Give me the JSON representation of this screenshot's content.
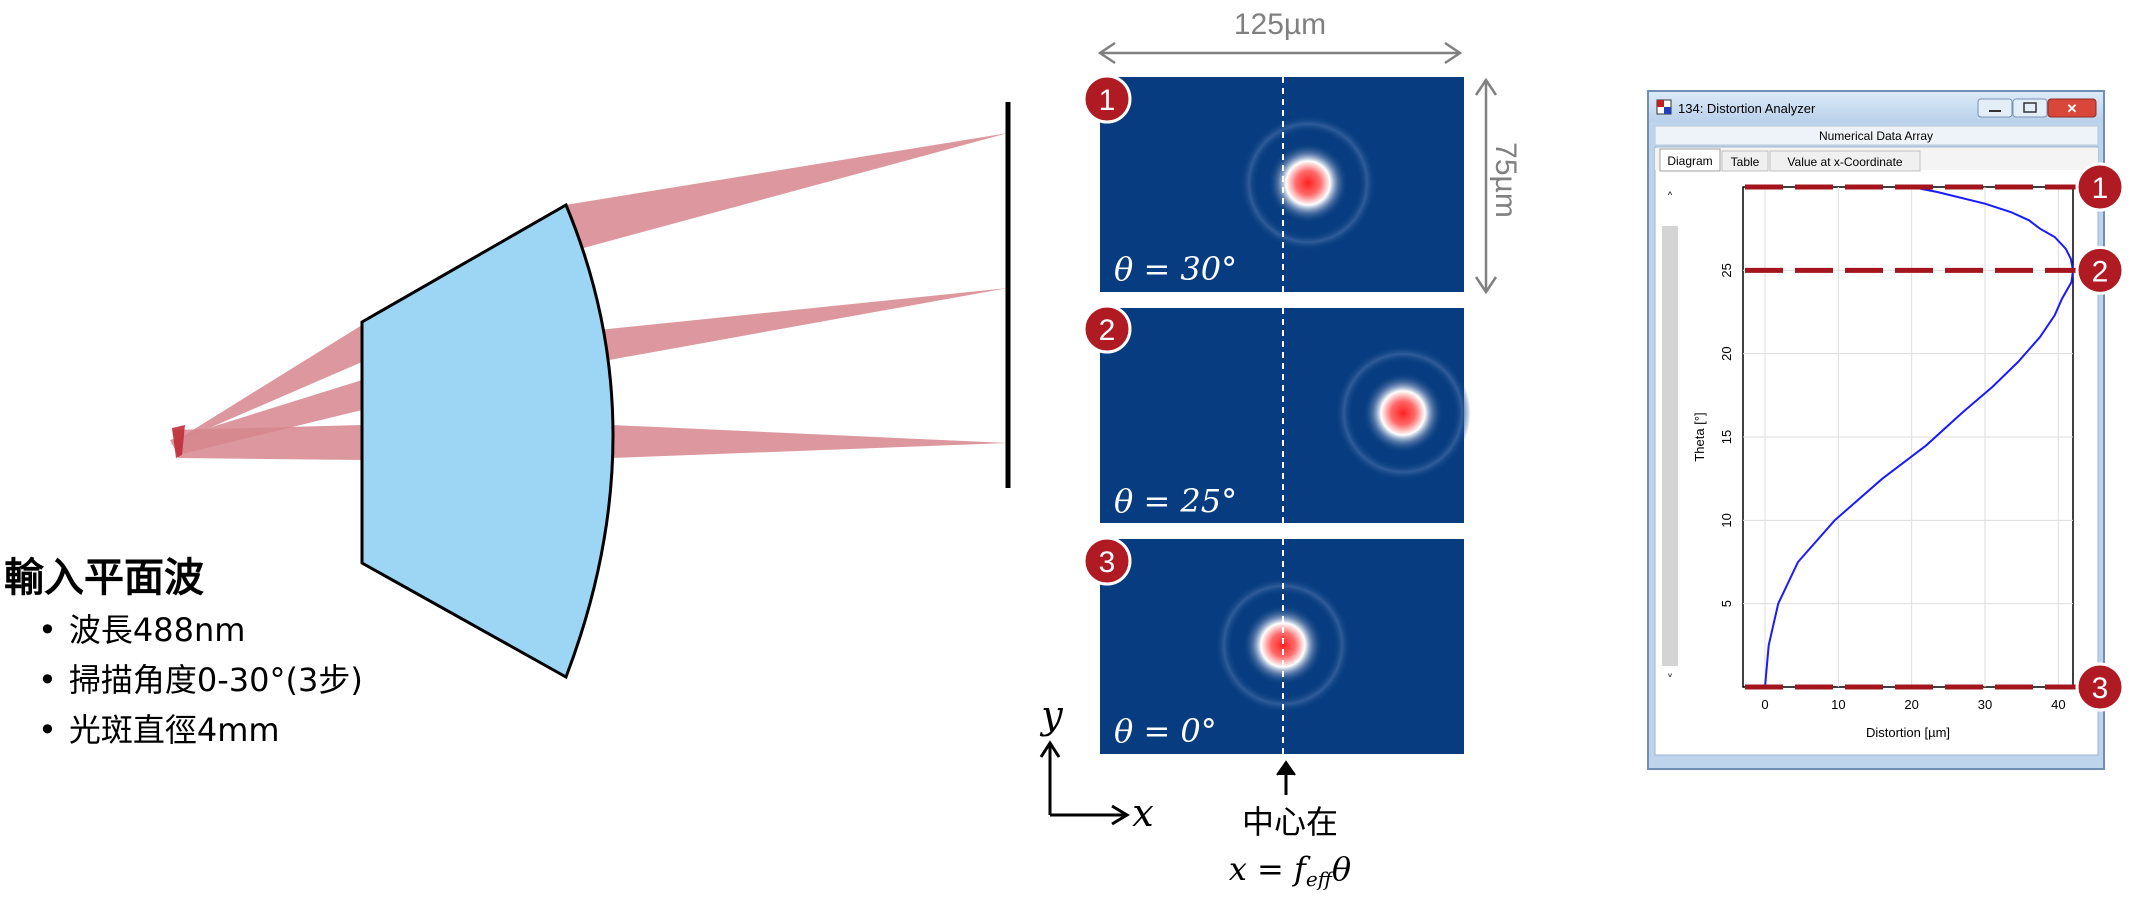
{
  "input": {
    "title": "輸入平面波",
    "bullets": [
      "波長488nm",
      "掃描角度0-30°(3步)",
      "光斑直徑4mm"
    ]
  },
  "spots": {
    "width_label": "125µm",
    "height_label": "75µm",
    "panels": [
      {
        "badge": "1",
        "label": "θ = 30°"
      },
      {
        "badge": "2",
        "label": "θ = 25°"
      },
      {
        "badge": "3",
        "label": "θ = 0°"
      }
    ],
    "axis_y": "y",
    "axis_x": "x",
    "center_label": "中心在",
    "center_formula": "x = f",
    "center_formula_sub": "eff",
    "center_formula_tail": "θ"
  },
  "analyzer": {
    "window_title": "134: Distortion Analyzer",
    "header": "Numerical Data Array",
    "tabs": [
      "Diagram",
      "Table",
      "Value at x-Coordinate"
    ],
    "chart_data": {
      "type": "line",
      "xlabel": "Distortion [µm]",
      "ylabel": "Theta [°]",
      "xlim": [
        -3,
        42
      ],
      "ylim": [
        0,
        30
      ],
      "xticks": [
        "0",
        "10",
        "20",
        "30",
        "40"
      ],
      "yticks": [
        "5",
        "10",
        "15",
        "20",
        "25"
      ],
      "grid": true,
      "x": [
        0,
        0.5,
        1.8,
        4.5,
        9.5,
        16,
        22,
        27,
        31,
        34.5,
        37.5,
        39.5,
        40.5,
        41.8,
        42,
        41.7,
        41,
        39.5,
        37.5,
        36,
        33.5,
        30,
        23.5,
        20
      ],
      "y": [
        0,
        2.5,
        5,
        7.5,
        10,
        12.5,
        14.5,
        16.5,
        18,
        19.5,
        21,
        22.3,
        23.3,
        24.3,
        25,
        25.7,
        26.3,
        27,
        27.5,
        28,
        28.5,
        29,
        29.7,
        30
      ],
      "markers": [
        {
          "label": "1",
          "y": 30
        },
        {
          "label": "2",
          "y": 25
        },
        {
          "label": "3",
          "y": 0
        }
      ]
    }
  },
  "colors": {
    "beam": "#d6868d",
    "lens": "#9dd6f5",
    "panel": "#073d80",
    "badge": "#b01a22",
    "curve": "#1a1aff",
    "marker_line": "#a3141d"
  }
}
